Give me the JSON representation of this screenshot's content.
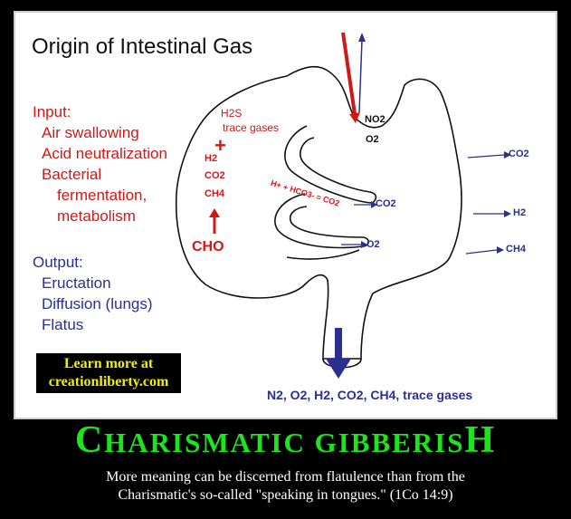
{
  "diagram": {
    "title": "Origin of Intestinal Gas",
    "input": {
      "heading": "Input:",
      "items": [
        "Air swallowing",
        "Acid neutralization",
        "Bacterial"
      ],
      "sub_items": [
        "fermentation,",
        "metabolism"
      ]
    },
    "output": {
      "heading": "Output:",
      "items": [
        "Eructation",
        "Diffusion (lungs)",
        "Flatus"
      ]
    },
    "labels": {
      "h2s": "H2S",
      "trace_gases": "trace gases",
      "plus": "+",
      "h2": "H2",
      "co2": "CO2",
      "ch4": "CH4",
      "cho": "CHO",
      "no2": "NO2",
      "o2": "O2",
      "reaction": "H+ + HCO3- = CO2",
      "inner_co2": "CO2",
      "inner_o2": "O2",
      "right_co2": "CO2",
      "right_h2": "H2",
      "right_ch4": "CH4",
      "bottom_gases": "N2, O2, H2, CO2, CH4, trace gases"
    }
  },
  "promo": {
    "line1": "Learn more at",
    "line2": "creationliberty.com"
  },
  "motto": {
    "first": "C",
    "middle": "HARISMATIC GIBBERIS",
    "last": "H"
  },
  "caption": {
    "line1": "More meaning can be discerned from flatulence than from the",
    "line2": "Charismatic's so-called \"speaking in tongues.\" (1Co 14:9)"
  },
  "colors": {
    "input": "#d01818",
    "output": "#2b2f8f",
    "motto": "#1de51d",
    "promo": "#f5f000"
  }
}
